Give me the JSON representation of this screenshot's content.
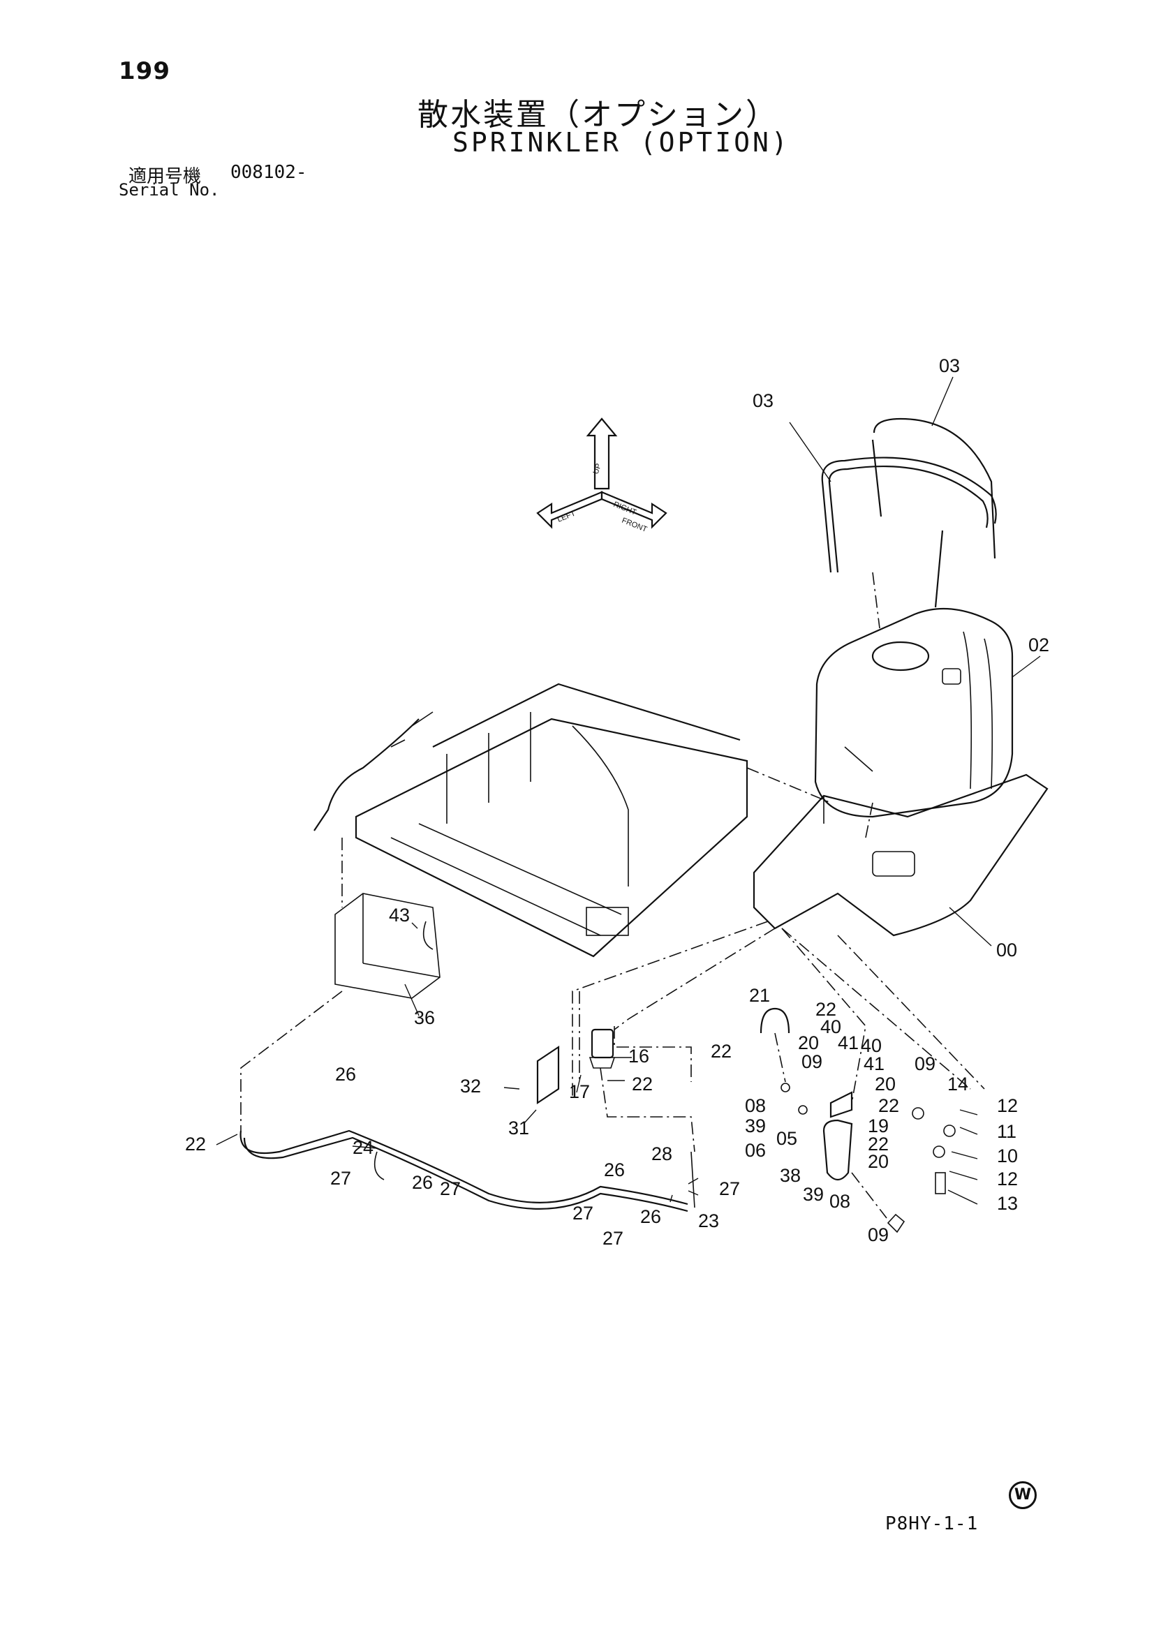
{
  "header": {
    "page_number": "199",
    "title_jp": "散水装置（オプション）",
    "title_en": "SPRINKLER (OPTION)",
    "serial_label_jp": "適用号機",
    "serial_value": "008102-",
    "serial_label_en": "Serial No."
  },
  "footer": {
    "mark": "W",
    "page_code": "P8HY-1-1"
  },
  "orientation_labels": [
    "LEFT",
    "RIGHT",
    "FRONT",
    "UP"
  ],
  "callouts": [
    "03",
    "03",
    "02",
    "00",
    "43",
    "36",
    "21",
    "22",
    "40",
    "41",
    "40",
    "20",
    "09",
    "41",
    "20",
    "09",
    "14",
    "12",
    "22",
    "16",
    "32",
    "22",
    "17",
    "31",
    "08",
    "39",
    "22",
    "11",
    "19",
    "06",
    "05",
    "10",
    "22",
    "12",
    "20",
    "38",
    "39",
    "08",
    "13",
    "09",
    "26",
    "22",
    "24",
    "27",
    "26",
    "27",
    "26",
    "28",
    "27",
    "27",
    "26",
    "23",
    "27"
  ]
}
